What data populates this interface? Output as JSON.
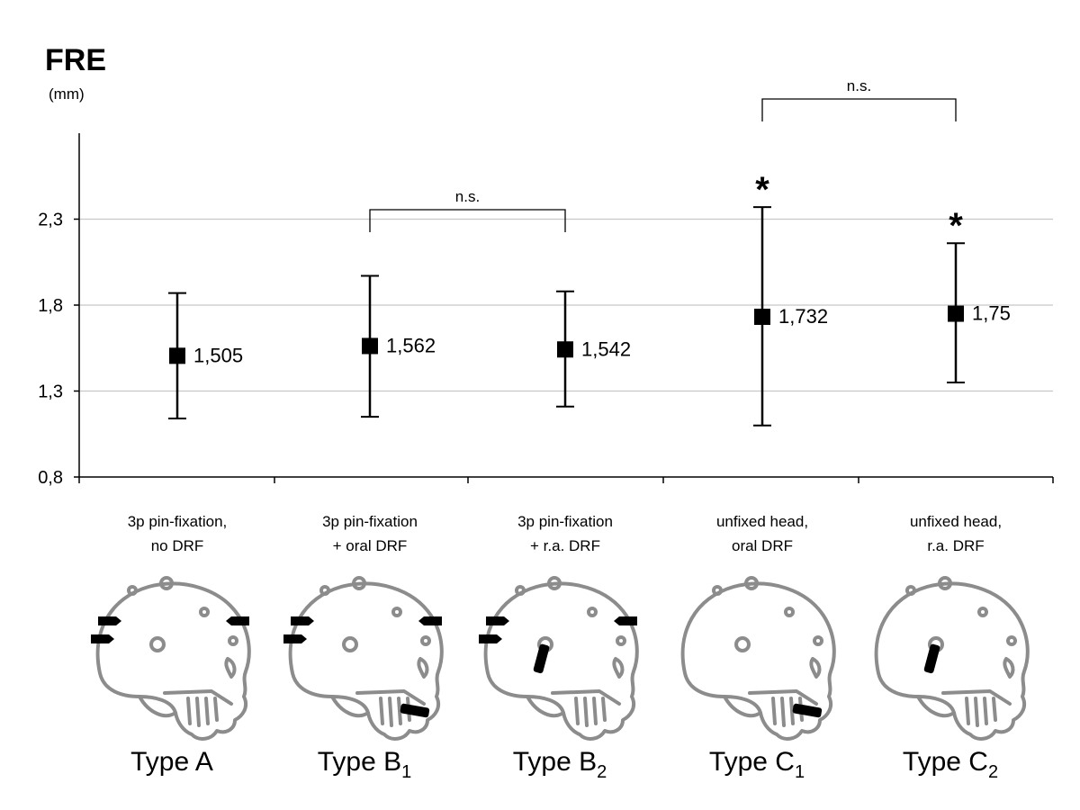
{
  "chart_data": {
    "type": "scatter",
    "title": "FRE",
    "unit_label": "(mm)",
    "ylim": [
      0.8,
      2.8
    ],
    "yticks": [
      {
        "value": 0.8,
        "label": "0,8"
      },
      {
        "value": 1.3,
        "label": "1,3"
      },
      {
        "value": 1.8,
        "label": "1,8"
      },
      {
        "value": 2.3,
        "label": "2,3"
      }
    ],
    "grid": true,
    "categories": [
      {
        "id": "A",
        "line1": "3p pin-fixation,",
        "line2": "no DRF",
        "type_base": "Type A",
        "type_sub": ""
      },
      {
        "id": "B1",
        "line1": "3p pin-fixation",
        "line2": "+ oral DRF",
        "type_base": "Type B",
        "type_sub": "1"
      },
      {
        "id": "B2",
        "line1": "3p pin-fixation",
        "line2": "+ r.a. DRF",
        "type_base": "Type B",
        "type_sub": "2"
      },
      {
        "id": "C1",
        "line1": "unfixed head,",
        "line2": "oral DRF",
        "type_base": "Type C",
        "type_sub": "1"
      },
      {
        "id": "C2",
        "line1": "unfixed head,",
        "line2": "r.a. DRF",
        "type_base": "Type C",
        "type_sub": "2"
      }
    ],
    "points": [
      {
        "mean": 1.505,
        "label": "1,505",
        "lower": 1.14,
        "upper": 1.87,
        "significant": false
      },
      {
        "mean": 1.562,
        "label": "1,562",
        "lower": 1.15,
        "upper": 1.97,
        "significant": false
      },
      {
        "mean": 1.542,
        "label": "1,542",
        "lower": 1.21,
        "upper": 1.88,
        "significant": false
      },
      {
        "mean": 1.732,
        "label": "1,732",
        "lower": 1.1,
        "upper": 2.37,
        "significant": true
      },
      {
        "mean": 1.75,
        "label": "1,75",
        "lower": 1.35,
        "upper": 2.16,
        "significant": true
      }
    ],
    "brackets": [
      {
        "from": 1,
        "to": 2,
        "label": "n.s."
      },
      {
        "from": 3,
        "to": 4,
        "label": "n.s."
      }
    ],
    "significance_marker": "*"
  },
  "figures": [
    {
      "pins": true,
      "oral_drf": false,
      "ra_drf": false
    },
    {
      "pins": true,
      "oral_drf": true,
      "ra_drf": false
    },
    {
      "pins": true,
      "oral_drf": false,
      "ra_drf": true
    },
    {
      "pins": false,
      "oral_drf": true,
      "ra_drf": false
    },
    {
      "pins": false,
      "oral_drf": false,
      "ra_drf": true
    }
  ]
}
